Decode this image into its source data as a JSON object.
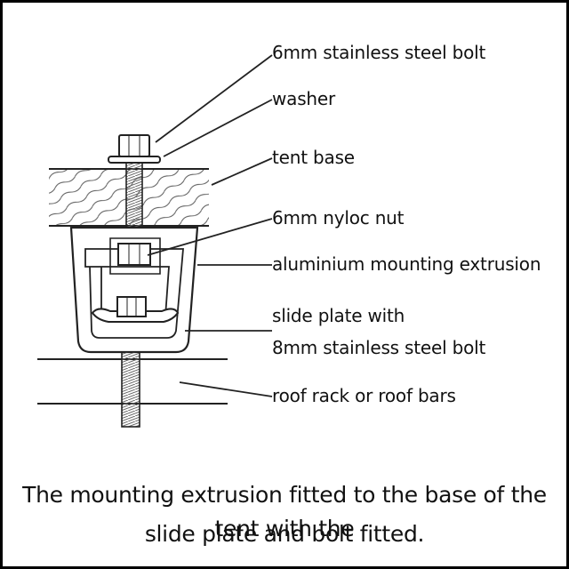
{
  "labels": {
    "bolt": "6mm stainless steel bolt",
    "washer": "washer",
    "tent_base": "tent base",
    "nyloc_nut": "6mm nyloc nut",
    "extrusion": "aluminium mounting extrusion",
    "slide_plate_line1": "slide plate with",
    "slide_plate_line2": "8mm stainless steel bolt",
    "roof_rack": "roof rack or roof bars"
  },
  "caption": {
    "line1": "The mounting extrusion fitted to the base of the tent with the",
    "line2": "slide plate and bolt fitted."
  }
}
